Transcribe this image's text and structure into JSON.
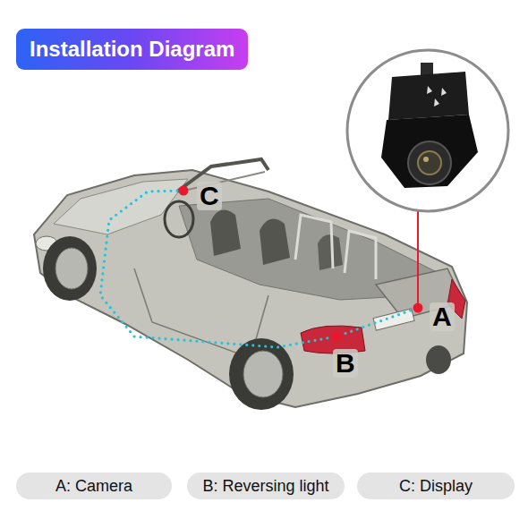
{
  "diagram": {
    "title": "Installation Diagram",
    "nodes": [
      {
        "text": [
          "A: Camera"
        ]
      },
      {
        "text": [
          "B: Reversing light"
        ]
      },
      {
        "text": [
          "C: Display"
        ]
      }
    ],
    "labels": [
      "C",
      "A",
      "B"
    ]
  }
}
